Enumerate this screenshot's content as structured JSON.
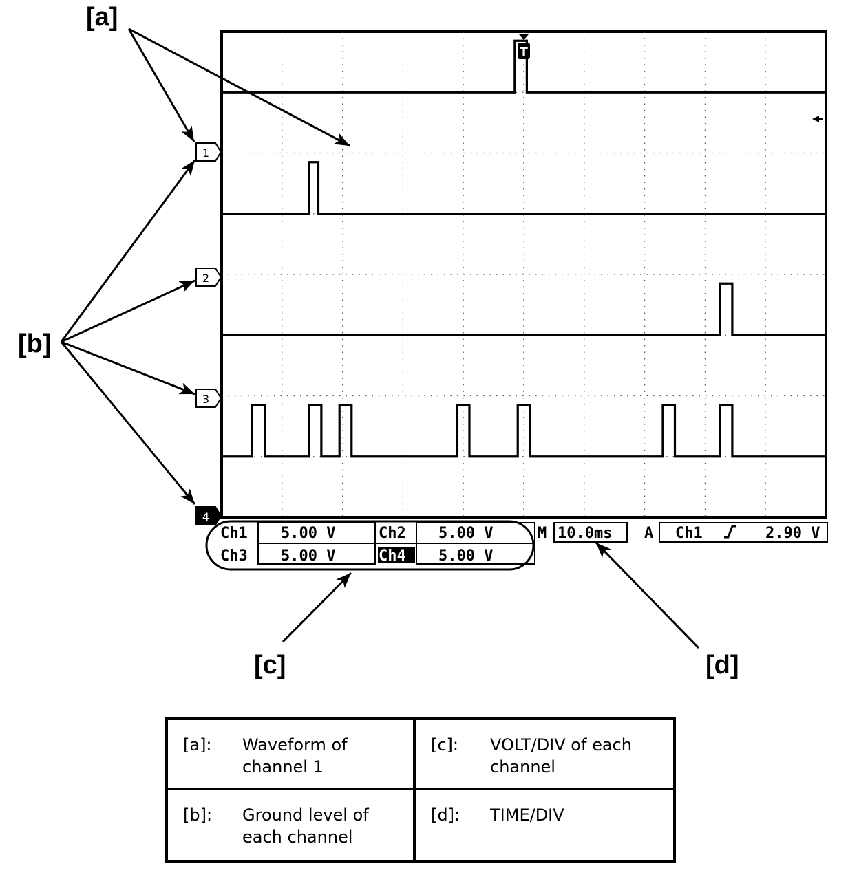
{
  "callouts": {
    "a": "[a]",
    "b": "[b]",
    "c": "[c]",
    "d": "[d]"
  },
  "scope": {
    "trigger_marker": "T",
    "channel_markers": [
      "1",
      "2",
      "3",
      "4"
    ],
    "channels": [
      {
        "label": "Ch1",
        "volts_per_div": "5.00 V",
        "ground_level_div": 3.0,
        "pulses": [
          [
            4.85,
            5.05
          ]
        ]
      },
      {
        "label": "Ch2",
        "volts_per_div": "5.00 V",
        "ground_level_div": 1.0,
        "pulses": [
          [
            1.45,
            1.6
          ]
        ]
      },
      {
        "label": "Ch3",
        "volts_per_div": "5.00 V",
        "ground_level_div": -1.0,
        "pulses": [
          [
            8.25,
            8.45
          ]
        ]
      },
      {
        "label": "Ch4",
        "volts_per_div": "5.00 V",
        "ground_level_div": -3.0,
        "pulses": [
          [
            0.5,
            0.72
          ],
          [
            1.45,
            1.65
          ],
          [
            1.95,
            2.15
          ],
          [
            3.9,
            4.1
          ],
          [
            4.9,
            5.1
          ],
          [
            7.3,
            7.5
          ],
          [
            8.25,
            8.45
          ]
        ]
      }
    ],
    "timebase_prefix": "M",
    "timebase": "10.0ms",
    "trigger_prefix": "A",
    "trigger_source": "Ch1",
    "trigger_slope_icon": "rising-edge-icon",
    "trigger_level": "2.90 V",
    "divisions": {
      "x": 10,
      "y": 8
    }
  },
  "legend": [
    {
      "key": "[a]:",
      "desc": "Waveform of channel 1"
    },
    {
      "key": "[c]:",
      "desc": "VOLT/DIV of each channel"
    },
    {
      "key": "[b]:",
      "desc": "Ground level of each channel"
    },
    {
      "key": "[d]:",
      "desc": "TIME/DIV"
    }
  ]
}
